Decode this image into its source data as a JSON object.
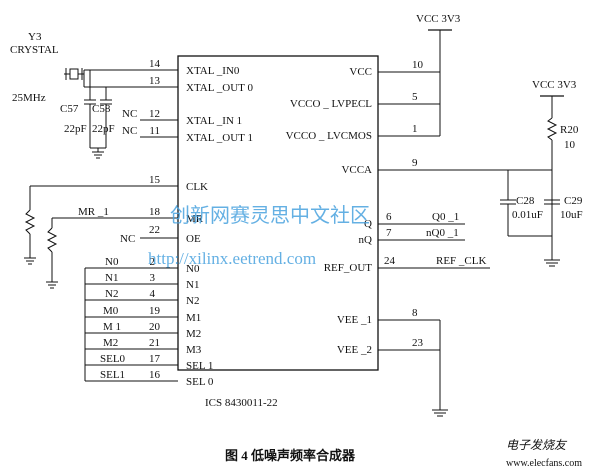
{
  "chip": {
    "part_number": "ICS 8430011-22",
    "left_pins": [
      {
        "name": "XTAL _IN0",
        "num": "14"
      },
      {
        "name": "XTAL _OUT 0",
        "num": "13"
      },
      {
        "name": "XTAL _IN 1",
        "num": "12"
      },
      {
        "name": "XTAL _OUT 1",
        "num": "11"
      },
      {
        "name": "CLK",
        "num": "15"
      },
      {
        "name": "MR",
        "num": "18"
      },
      {
        "name": "OE",
        "num": "22"
      },
      {
        "name": "N0",
        "num": "2"
      },
      {
        "name": "N1",
        "num": "3"
      },
      {
        "name": "N2",
        "num": "4"
      },
      {
        "name": "M1",
        "num": "19"
      },
      {
        "name": "M2",
        "num": "20"
      },
      {
        "name": "M3",
        "num": "21"
      },
      {
        "name": "SEL 1",
        "num": "17"
      },
      {
        "name": "SEL 0",
        "num": "16"
      }
    ],
    "right_pins": [
      {
        "name": "VCC",
        "num": "10"
      },
      {
        "name": "VCCO _ LVPECL",
        "num": "5"
      },
      {
        "name": "VCCO _ LVCMOS",
        "num": "1"
      },
      {
        "name": "VCCA",
        "num": "9"
      },
      {
        "name": "Q",
        "num": "6"
      },
      {
        "name": "nQ",
        "num": "7"
      },
      {
        "name": "REF_OUT",
        "num": "24"
      },
      {
        "name": "VEE _1",
        "num": "8"
      },
      {
        "name": "VEE _2",
        "num": "23"
      }
    ]
  },
  "nets": {
    "vcc_top": "VCC 3V3",
    "vcc_right": "VCC 3V3",
    "q0": "Q0 _1",
    "nq0": "nQ0 _1",
    "ref_clk": "REF _CLK",
    "mr": "MR _1",
    "nc_oe": "NC",
    "nc_12": "NC",
    "nc_11": "NC",
    "left_signals": [
      "N0",
      "N1",
      "N2",
      "M0",
      "M 1",
      "M2",
      "SEL0",
      "SEL1"
    ]
  },
  "components": {
    "crystal_ref": "Y3",
    "crystal_type": "CRYSTAL",
    "crystal_freq": "25MHz",
    "c57": "C57",
    "c58": "C58",
    "c57_val": "22pF",
    "c58_val": "22pF",
    "r20": "R20",
    "r20_val": "10",
    "c28": "C28",
    "c28_val": "0.01uF",
    "c29": "C29",
    "c29_val": "10uF"
  },
  "caption": "图 4    低噪声频率合成器",
  "watermark": {
    "line1": "创新网赛灵思中文社区",
    "line2": "http://xilinx.eetrend.com",
    "logo": "电子发烧友",
    "url": "www.elecfans.com"
  }
}
